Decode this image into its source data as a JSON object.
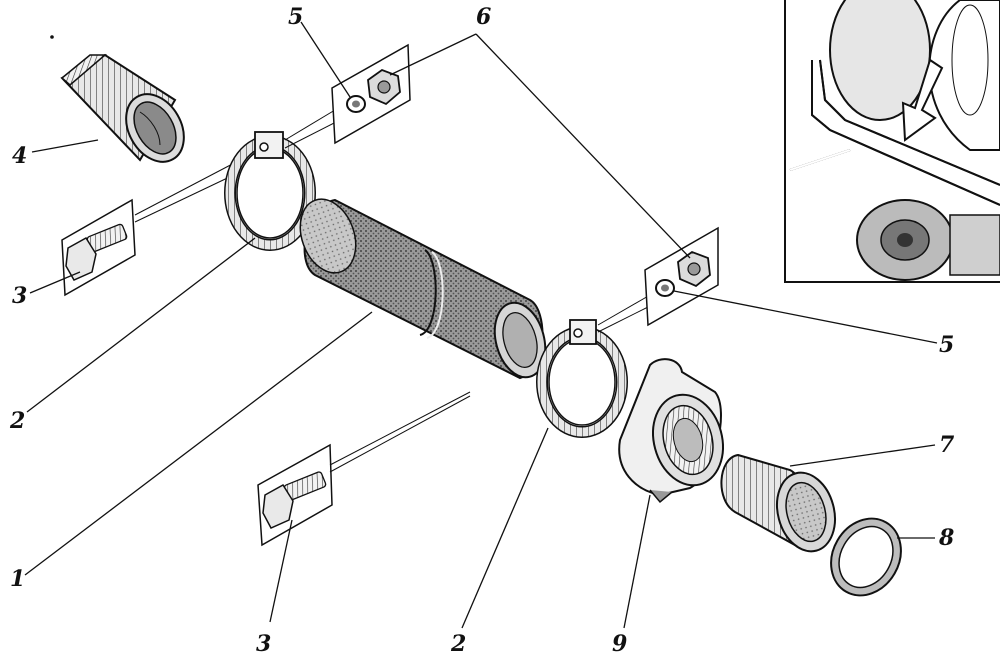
{
  "callouts": {
    "c1": "1",
    "c2a": "2",
    "c2b": "2",
    "c3a": "3",
    "c3b": "3",
    "c4": "4",
    "c5a": "5",
    "c5b": "5",
    "c6": "6",
    "c7": "7",
    "c8": "8",
    "c9": "9"
  }
}
